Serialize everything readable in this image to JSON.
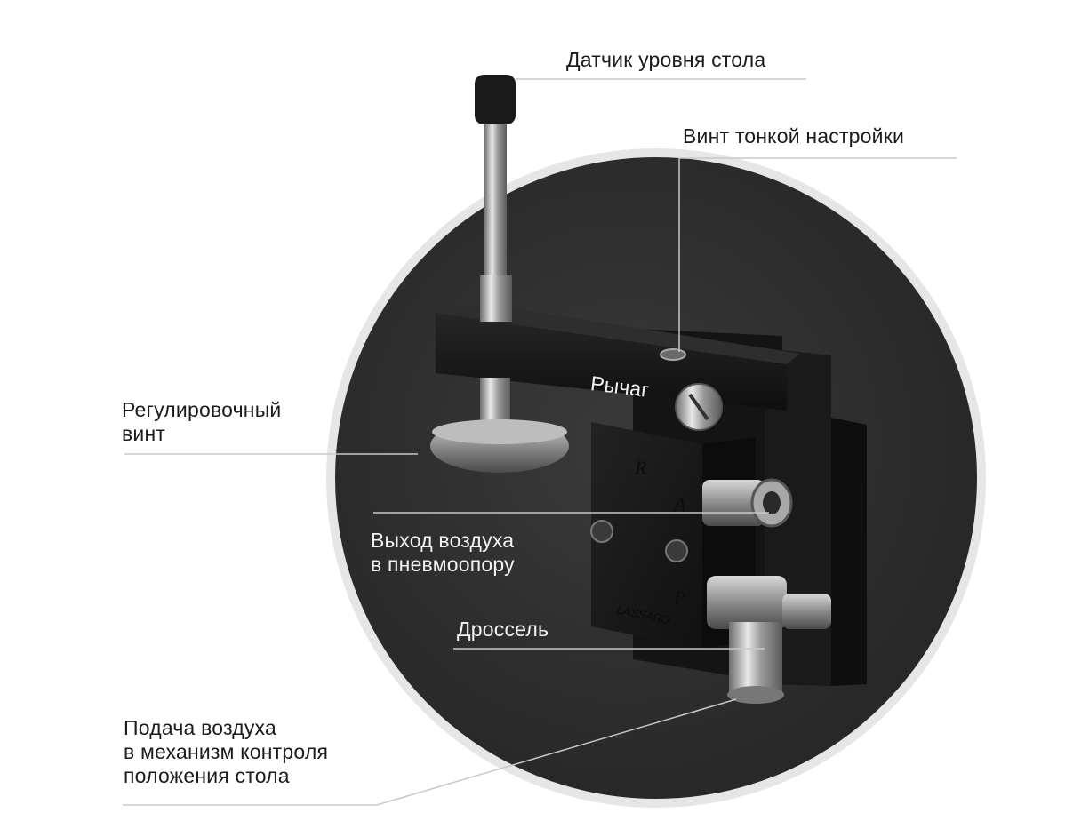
{
  "labels": {
    "table_level_sensor": "Датчик уровня стола",
    "fine_adjust_screw": "Винт тонкой настройки",
    "lever": "Рычаг",
    "adjusting_screw": "Регулировочный\nвинт",
    "air_outlet": "Выход воздуха\nв пневмоопору",
    "throttle": "Дроссель",
    "air_supply": "Подача воздуха\nв механизм контроля\nположения стола"
  },
  "engraving": {
    "port_r": "R",
    "port_a": "A",
    "port_p": "P",
    "brand": "LASSARD"
  },
  "colors": {
    "background": "#ffffff",
    "disc": "#2b2b2b",
    "leader_line": "#c8c8c8",
    "text_dark": "#1c1c1c",
    "text_light": "#f2f2f2"
  }
}
